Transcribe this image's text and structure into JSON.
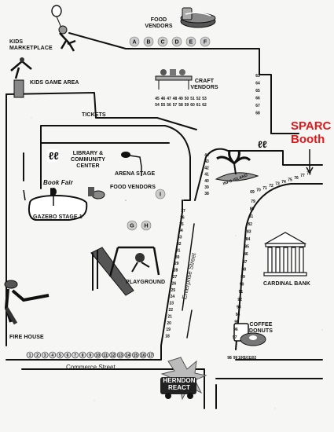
{
  "title_labels": {
    "kids_marketplace": "KIDS\nMARKETPLACE",
    "food_vendors_top": "FOOD\nVENDORS",
    "kids_game_area": "KIDS GAME AREA",
    "craft_vendors": "CRAFT\nVENDORS",
    "tickets": "TICKETS",
    "library": "LIBRARY &\nCOMMUNITY\nCENTER",
    "arena_stage": "ARENA STAGE",
    "book_fair": "Book Fair",
    "food_vendors_mid": "FOOD VENDORS",
    "gazebo": "GAZEBO STAGE 1",
    "info_island": "INFO ISLAND",
    "playground": "PLAYGROUND",
    "cardinal_bank": "CARDINAL BANK",
    "fire_house": "FIRE HOUSE",
    "coffee_donuts": "COFFEE\nDONUTS",
    "herndon_react": "HERNDON\nREACT",
    "sparc_booth": "SPARC\nBooth"
  },
  "streets": {
    "commerce": "Commerce Street",
    "enterprise": "Enterprise Street"
  },
  "vendor_letters_top": [
    "A",
    "B",
    "C",
    "D",
    "E",
    "F"
  ],
  "vendor_letters_mid": [
    "I",
    "G",
    "H"
  ],
  "booths": {
    "craft_row1": [
      "45",
      "46",
      "47",
      "48",
      "49",
      "50",
      "51",
      "52",
      "53"
    ],
    "craft_row2": [
      "54",
      "55",
      "56",
      "57",
      "58",
      "59",
      "60",
      "61",
      "62"
    ],
    "right_column": [
      "63",
      "64",
      "65",
      "66",
      "67",
      "68"
    ],
    "enterprise_left": [
      "44",
      "43",
      "42",
      "41",
      "40",
      "39",
      "38"
    ],
    "diagonal": [
      "69",
      "70",
      "71",
      "72",
      "73",
      "74",
      "75",
      "76",
      "77",
      "78"
    ],
    "right_vertical": [
      "79",
      "80",
      "81",
      "82",
      "83",
      "84",
      "85",
      "86",
      "87",
      "88",
      "89",
      "90",
      "91",
      "92",
      "93",
      "94",
      "95",
      "96",
      "97"
    ],
    "left_vertical": [
      "37",
      "36",
      "35",
      "34",
      "33",
      "32",
      "31",
      "30",
      "29",
      "28",
      "27",
      "26",
      "25",
      "24",
      "23",
      "22",
      "21",
      "20",
      "19",
      "18"
    ],
    "coffee_row": [
      "98",
      "99",
      "100",
      "101",
      "102"
    ],
    "commerce_row": [
      "1",
      "2",
      "3",
      "4",
      "5",
      "6",
      "7",
      "8",
      "9",
      "10",
      "11",
      "12",
      "13",
      "14",
      "15",
      "16",
      "17"
    ]
  },
  "colors": {
    "sparc": "#e0181c",
    "ink": "#111111",
    "background": "#f6f6f4"
  },
  "icons": [
    "balloon-boy-icon",
    "hotdog-icon",
    "kid-game-icon",
    "craft-vendor-icon",
    "restroom-icon",
    "microphone-icon",
    "palm-island-icon",
    "bank-columns-icon",
    "firefighter-icon",
    "coffee-donut-icon",
    "react-van-icon",
    "slide-swings-icon",
    "arrow-down-icon",
    "burger-icon"
  ]
}
